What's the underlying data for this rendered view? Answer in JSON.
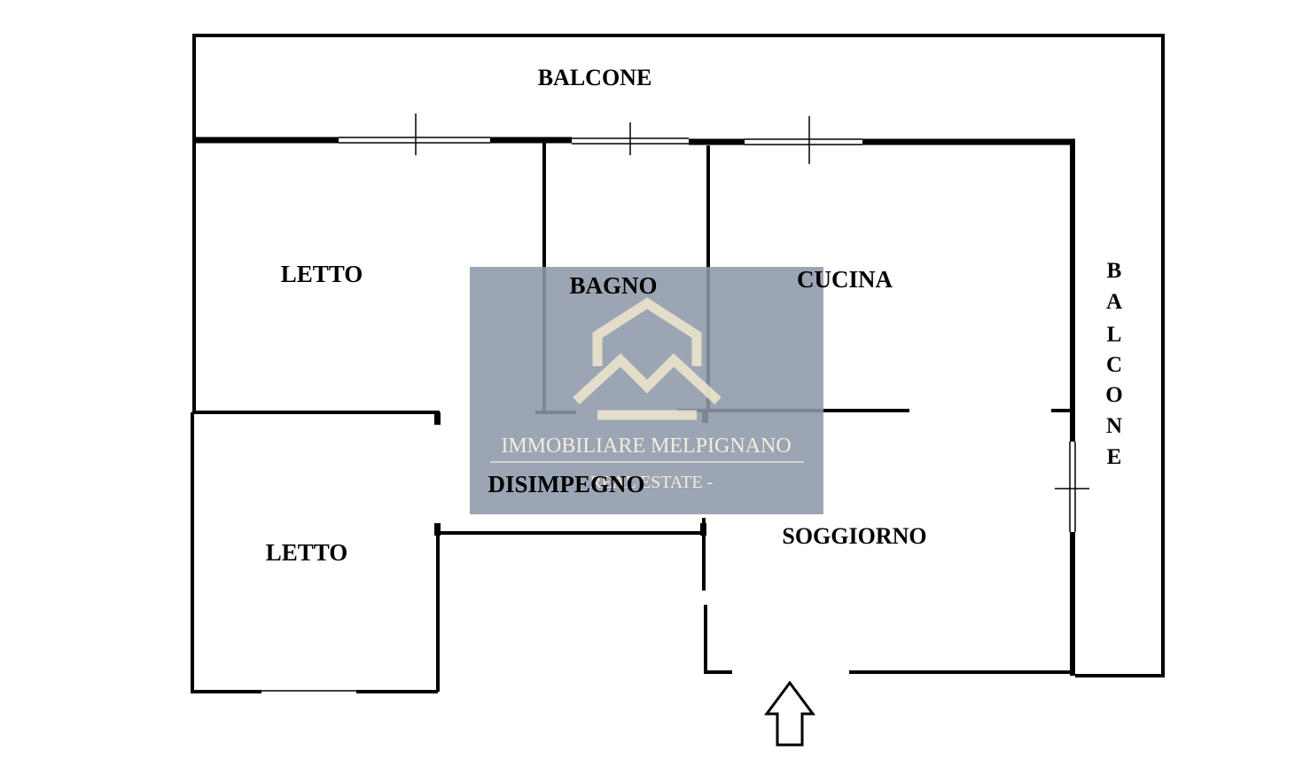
{
  "rooms": {
    "balcone_top": "BALCONE",
    "letto_upper": "LETTO",
    "bagno": "BAGNO",
    "cucina": "CUCINA",
    "balcone_right": [
      "B",
      "A",
      "L",
      "C",
      "O",
      "N",
      "E"
    ],
    "disimpegno": "DISIMPEGNO",
    "letto_lower": "LETTO",
    "soggiorno": "SOGGIORNO"
  },
  "watermark": {
    "line1": "IMMOBILIARE MELPIGNANO",
    "line2": "- REAL ESTATE -",
    "logo_icon": "house-mountain-logo"
  },
  "entrance_icon": "up-arrow-icon",
  "colors": {
    "wall": "#000000",
    "watermark_bg": "#8e98a8",
    "watermark_fg": "#f3ede0"
  }
}
